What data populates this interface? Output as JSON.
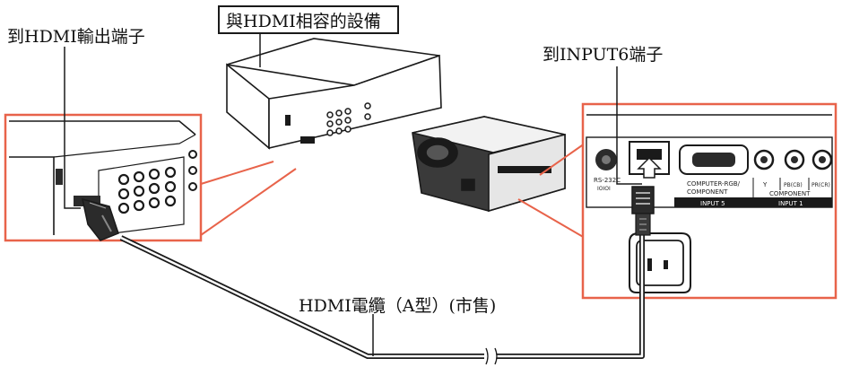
{
  "labels": {
    "hdmi_out_callout": "到HDMI輸出端子",
    "compatible_device_title": "與HDMI相容的設備",
    "input6_callout": "到INPUT6端子",
    "cable_caption": "HDMI電纜（A型）(市售)"
  },
  "projector_panel": {
    "rs232c": "RS-232C",
    "ioi_symbol": "IOIOI",
    "computer_rgb": "COMPUTER-RGB/",
    "component": "COMPONENT",
    "input5": "INPUT 5",
    "y": "Y",
    "pb": "PB(CB)",
    "pr": "PR(CR)",
    "component2": "COMPONENT",
    "input1": "INPUT 1"
  },
  "colors": {
    "callout_frame": "#e8634a",
    "line_art": "#1a1a1a",
    "panel_dark": "#2b2b2b"
  },
  "icons": {
    "arrow": "down-arrow-icon",
    "plug": "hdmi-plug-icon"
  }
}
